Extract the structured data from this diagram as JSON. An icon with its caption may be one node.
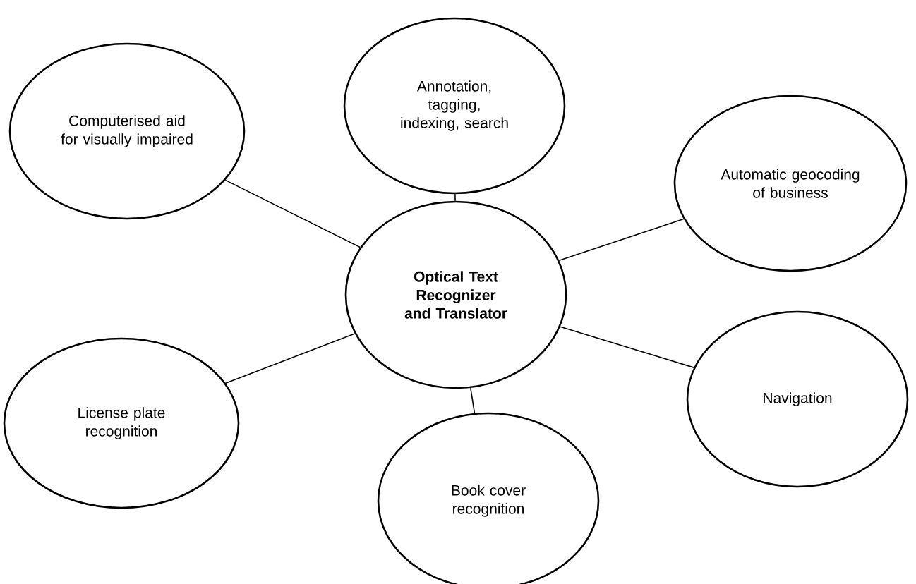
{
  "diagram": {
    "nodes": [
      {
        "text": [
          "Optical Text Recognizer and Translator"
        ]
      },
      {
        "text": [
          "Annotation, tagging, indexing, search"
        ]
      },
      {
        "text": [
          "Computerised aid for visually impaired"
        ]
      },
      {
        "text": [
          "Automatic geocoding of business"
        ]
      },
      {
        "text": [
          "Navigation"
        ]
      },
      {
        "text": [
          "License plate recognition"
        ]
      },
      {
        "text": [
          "Book cover recognition"
        ]
      }
    ],
    "edges": [
      {
        "from": 0,
        "to": 1,
        "arrow": "none"
      },
      {
        "from": 0,
        "to": 2,
        "arrow": "none"
      },
      {
        "from": 0,
        "to": 3,
        "arrow": "none"
      },
      {
        "from": 0,
        "to": 4,
        "arrow": "none"
      },
      {
        "from": 0,
        "to": 5,
        "arrow": "none"
      },
      {
        "from": 0,
        "to": 6,
        "arrow": "none"
      }
    ]
  }
}
